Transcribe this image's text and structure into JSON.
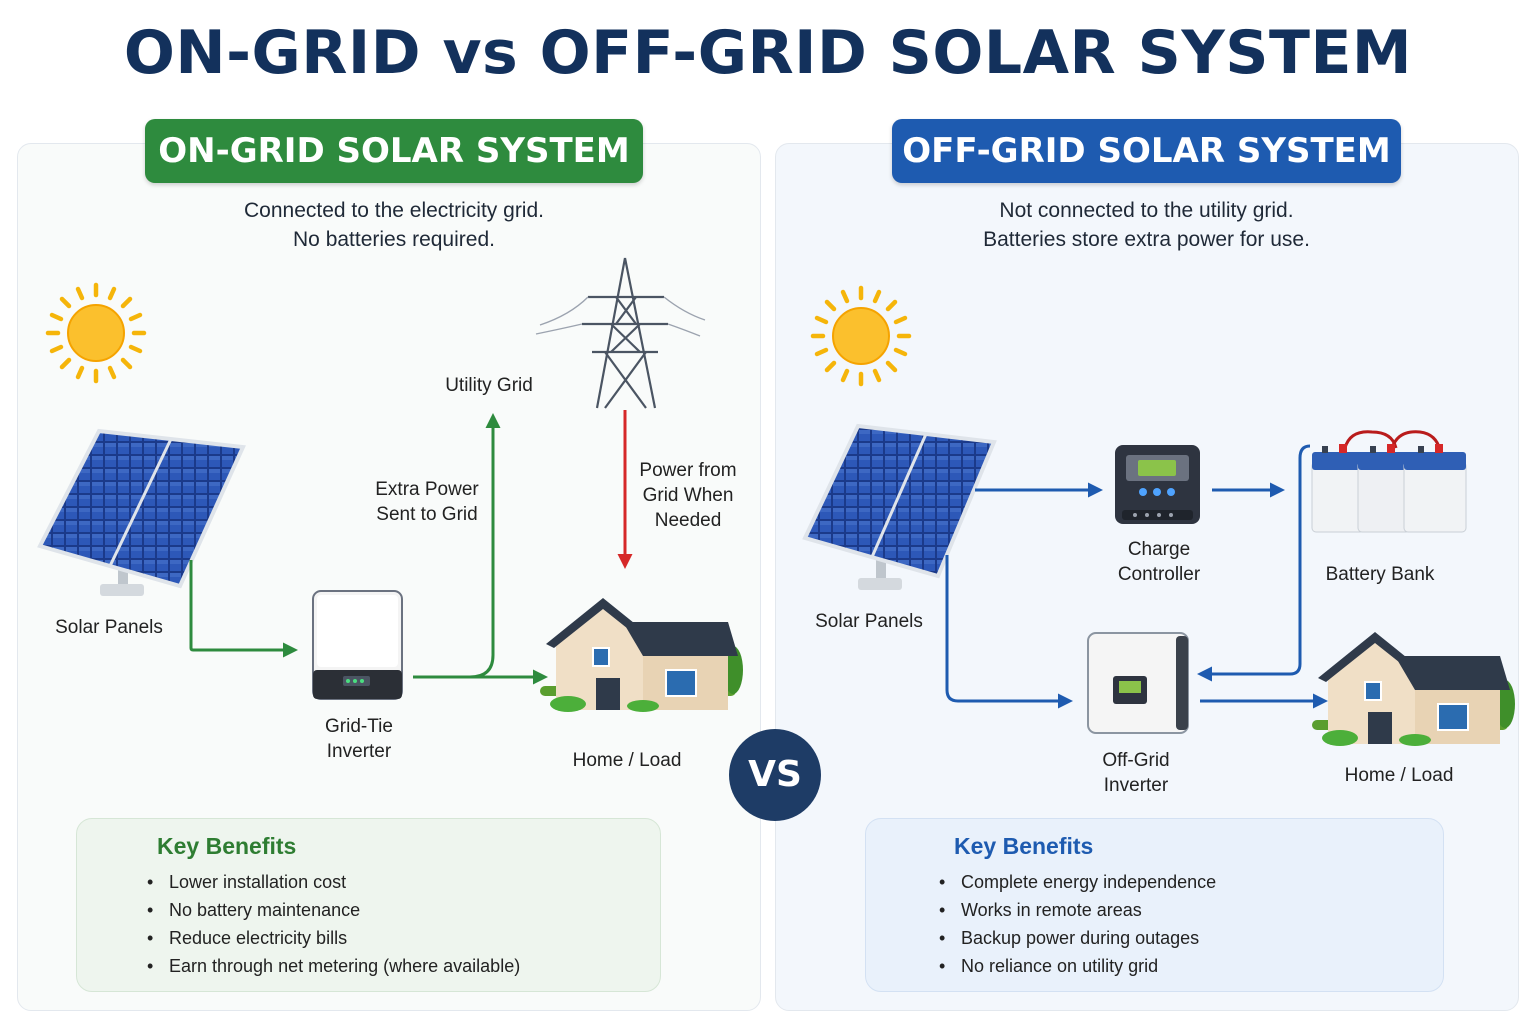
{
  "title": "ON-GRID vs OFF-GRID SOLAR SYSTEM",
  "vs_label": "VS",
  "colors": {
    "title": "#13315c",
    "on_grid_green": "#2e8b3e",
    "off_grid_blue": "#1e5bb0",
    "grid_red": "#d62828",
    "vs_badge": "#1e3c66"
  },
  "on_grid": {
    "banner": "ON-GRID SOLAR SYSTEM",
    "subtitle_line1": "Connected to the electricity grid.",
    "subtitle_line2": "No batteries required.",
    "labels": {
      "solar_panels": "Solar Panels",
      "inverter_line1": "Grid-Tie",
      "inverter_line2": "Inverter",
      "utility_grid": "Utility Grid",
      "extra_power_line1": "Extra Power",
      "extra_power_line2": "Sent to Grid",
      "grid_power_line1": "Power from",
      "grid_power_line2": "Grid When",
      "grid_power_line3": "Needed",
      "home": "Home / Load"
    },
    "benefits_title": "Key Benefits",
    "benefits": [
      "Lower installation cost",
      "No battery maintenance",
      "Reduce electricity bills",
      "Earn through net metering (where available)"
    ]
  },
  "off_grid": {
    "banner": "OFF-GRID SOLAR SYSTEM",
    "subtitle_line1": "Not connected to the utility grid.",
    "subtitle_line2": "Batteries store extra power for use.",
    "labels": {
      "solar_panels": "Solar Panels",
      "charge_line1": "Charge",
      "charge_line2": "Controller",
      "battery": "Battery Bank",
      "inverter_line1": "Off-Grid",
      "inverter_line2": "Inverter",
      "home": "Home / Load"
    },
    "benefits_title": "Key Benefits",
    "benefits": [
      "Complete energy independence",
      "Works in remote areas",
      "Backup power during outages",
      "No reliance on utility grid"
    ]
  }
}
